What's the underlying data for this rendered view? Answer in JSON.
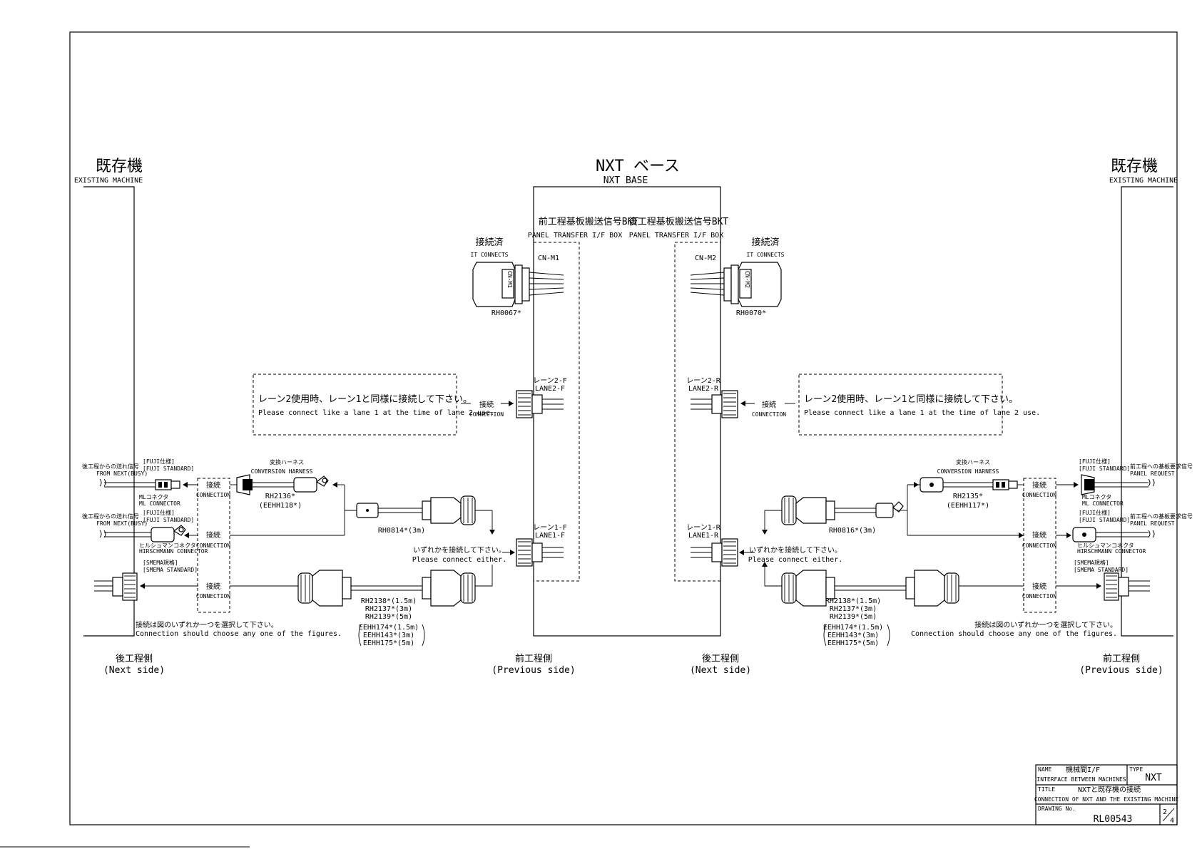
{
  "top": {
    "title_jp": "NXT ベース",
    "title_en": "NXT BASE"
  },
  "existing_left": {
    "jp": "既存機",
    "en": "EXISTING MACHINE"
  },
  "existing_right": {
    "jp": "既存機",
    "en": "EXISTING MACHINE"
  },
  "box_left": {
    "jp": "前工程基板搬送信号BKT",
    "en": "PANEL TRANSFER I/F BOX"
  },
  "box_right": {
    "jp": "後工程基板搬送信号BKT",
    "en": "PANEL TRANSFER I/F BOX"
  },
  "cn_left": {
    "jp": "接続済",
    "en": "IT CONNECTS",
    "connector": "CN-M1",
    "part": "RH0067*",
    "plug_label": "CN-M1"
  },
  "cn_right": {
    "jp": "接続済",
    "en": "IT CONNECTS",
    "connector": "CN-M2",
    "part": "RH0070*",
    "plug_label": "CN-M2"
  },
  "lane2_left": {
    "jp": "レーン2-F",
    "en": "LANE2-F"
  },
  "lane2_right": {
    "jp": "レーン2-R",
    "en": "LANE2-R"
  },
  "lane1_left": {
    "jp": "レーン1-F",
    "en": "LANE1-F"
  },
  "lane1_right": {
    "jp": "レーン1-R",
    "en": "LANE1-R"
  },
  "note_lane2": {
    "jp": "レーン2使用時、レーン1と同様に接続して下さい。",
    "en": "Please connect like a lane 1 at the time of lane 2 use."
  },
  "connect": {
    "jp": "接続",
    "en": "CONNECTION"
  },
  "either": {
    "jp": "いずれかを接続して下さい。",
    "en": "Please connect either."
  },
  "left_side": {
    "signal1_jp": "後工程からの送れ信号",
    "signal1_en": "FROM NEXT(BUSY)",
    "signal2_jp": "後工程からの送れ信号",
    "signal2_en": "FROM NEXT(BUSY)",
    "fuji1_jp": "[FUJI仕様]",
    "fuji1_en": "[FUJI STANDARD]",
    "fuji2_jp": "[FUJI仕様]",
    "fuji2_en": "[FUJI STANDARD]",
    "smema_jp": "[SMEMA規格]",
    "smema_en": "[SMEMA STANDARD]",
    "ml_jp": "MLコネクタ",
    "ml_en": "ML CONNECTOR",
    "hirsch_jp": "ヒルシュマンコネクタ",
    "hirsch_en": "HIRSCHMANN CONNECTOR",
    "harness_jp": "変換ハーネス",
    "harness_en": "CONVERSION HARNESS",
    "harness_part": "RH2136*",
    "harness_part2": "(EEHH118*)",
    "cable_part": "RH0814*(3m)",
    "choose_jp": "接続は図のいずれか一つを選択して下さい。",
    "choose_en": "Connection should choose any one of the figures.",
    "side_jp": "後工程側",
    "side_en": "(Next side)"
  },
  "right_side": {
    "signal1_jp": "前工程への基板要求信号",
    "signal1_en": "PANEL REQUEST",
    "signal2_jp": "前工程への基板要求信号",
    "signal2_en": "PANEL REQUEST",
    "fuji1_jp": "[FUJI仕様]",
    "fuji1_en": "[FUJI STANDARD]",
    "fuji2_jp": "[FUJI仕様]",
    "fuji2_en": "[FUJI STANDARD]",
    "smema_jp": "[SMEMA規格]",
    "smema_en": "[SMEMA STANDARD]",
    "ml_jp": "MLコネクタ",
    "ml_en": "ML CONNECTOR",
    "hirsch_jp": "ヒルシュマンコネクタ",
    "hirsch_en": "HIRSCHMANN CONNECTOR",
    "harness_jp": "変換ハーネス",
    "harness_en": "CONVERSION HARNESS",
    "harness_part": "RH2135*",
    "harness_part2": "(EEHH117*)",
    "cable_part": "RH0816*(3m)",
    "choose_jp": "接続は図のいずれか一つを選択して下さい。",
    "choose_en": "Connection should choose any one of the figures.",
    "side_jp": "前工程側",
    "side_en": "(Previous side)"
  },
  "smema_cables": {
    "l1": "RH2138*(1.5m)",
    "l2": "RH2137*(3m)",
    "l3": "RH2139*(5m)",
    "e1": "EEHH174*(1.5m)",
    "e2": "EEHH143*(3m)",
    "e3": "EEHH175*(5m)"
  },
  "center_labels": {
    "prev_jp": "前工程側",
    "prev_en": "(Previous side)",
    "next_jp": "後工程側",
    "next_en": "(Next side)"
  },
  "title_block": {
    "name_label": "NAME",
    "name_jp": "機械間I/F",
    "name_en": "INTERFACE BETWEEN MACHINES",
    "type_label": "TYPE",
    "type_value": "NXT",
    "title_label": "TITLE",
    "title_jp": "NXTと既存機の接続",
    "title_en": "CONNECTION OF NXT AND THE EXISTING MACHINE",
    "drawing_label": "DRAWING No.",
    "drawing_no": "RL00543",
    "sheet_num": "2",
    "sheet_den": "4"
  }
}
